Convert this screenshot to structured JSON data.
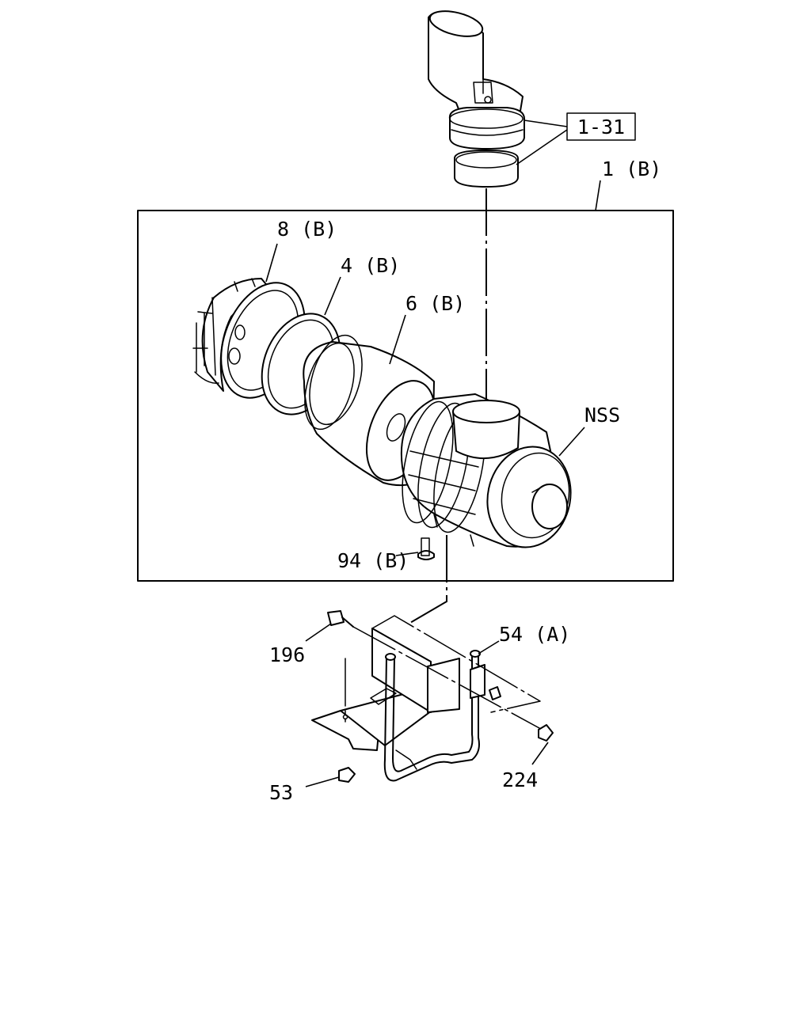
{
  "labels": {
    "ref": "1-31",
    "assembly": "1 (B)",
    "cover": "8 (B)",
    "ring": "4 (B)",
    "element": "6 (B)",
    "nss": "NSS",
    "valve": "94 (B)",
    "bolt": "196",
    "bracket": "54 (A)",
    "nut_left": "53",
    "nut_right": "224"
  }
}
